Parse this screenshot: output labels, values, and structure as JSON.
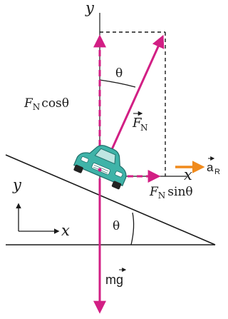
{
  "diagram": {
    "labels": {
      "y_axis_main": "y",
      "x_axis_main": "x",
      "theta_top": "θ",
      "theta_bottom": "θ",
      "fn_cos_F": "F",
      "fn_cos_sub": "N",
      "fn_cos_rest": "cosθ",
      "fn_vec_F": "F",
      "fn_vec_sub": "N",
      "fn_sin_F": "F",
      "fn_sin_sub": "N",
      "fn_sin_rest": "sinθ",
      "accel": "a",
      "accel_sub": "R",
      "mg": "mg",
      "ref_y": "y",
      "ref_x": "x"
    },
    "colors": {
      "force": "#d21f84",
      "accel": "#f08a1c",
      "ink": "#1a1a1a",
      "car_body": "#3fb3a8",
      "car_dark": "#1f6f6a"
    }
  }
}
